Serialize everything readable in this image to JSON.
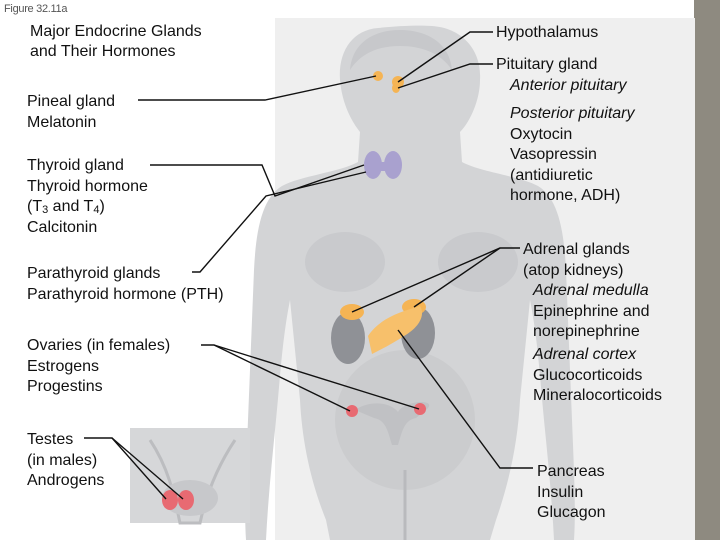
{
  "figure_label": "Figure 32.11a",
  "title": [
    "Major Endocrine Glands",
    "and Their Hormones"
  ],
  "labels": {
    "hypothalamus": "Hypothalamus",
    "pituitary": {
      "gland": "Pituitary gland",
      "anterior": "Anterior pituitary",
      "posterior": "Posterior pituitary",
      "hormones": [
        "Oxytocin",
        "Vasopressin",
        "(antidiuretic",
        "hormone, ADH)"
      ]
    },
    "pineal": {
      "gland": "Pineal gland",
      "hormone": "Melatonin"
    },
    "thyroid": {
      "gland": "Thyroid gland",
      "h1": "Thyroid hormone",
      "t_open": "(T",
      "t3": "3",
      "t_and": " and T",
      "t4": "4",
      "t_close": ")",
      "h3": "Calcitonin"
    },
    "parathyroid": {
      "gland": "Parathyroid glands",
      "hormone": "Parathyroid hormone (PTH)"
    },
    "ovaries": {
      "gland": "Ovaries (in females)",
      "h1": "Estrogens",
      "h2": "Progestins"
    },
    "testes": {
      "gland": "Testes",
      "note": "(in males)",
      "hormone": "Androgens"
    },
    "adrenal": {
      "gland": "Adrenal glands",
      "note": "(atop kidneys)",
      "medulla": "Adrenal medulla",
      "medulla_h": [
        "Epinephrine and",
        "norepinephrine"
      ],
      "cortex": "Adrenal cortex",
      "cortex_h": [
        "Glucocorticoids",
        "Mineralocorticoids"
      ]
    },
    "pancreas": {
      "gland": "Pancreas",
      "h1": "Insulin",
      "h2": "Glucagon"
    }
  },
  "colors": {
    "body": "#d3d4d6",
    "body_shadow": "#b9babd",
    "gland_orange": "#f5b454",
    "thyroid": "#a9a1cf",
    "kidney": "#8f9196",
    "ovary": "#e86a72",
    "uterus": "#c0c1c4",
    "band": "#8e8a80"
  }
}
